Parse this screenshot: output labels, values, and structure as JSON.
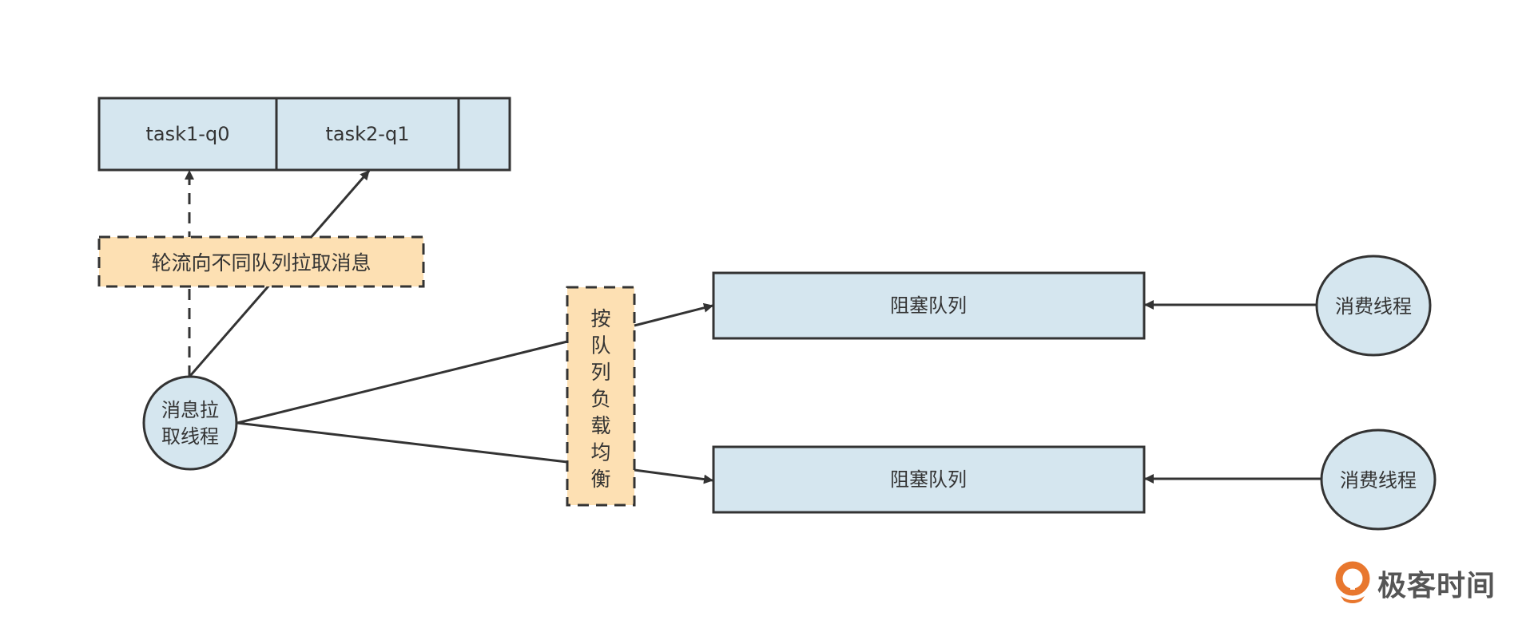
{
  "colors": {
    "queue_fill": "#d5e6ef",
    "note_fill": "#fde0b3",
    "stroke": "#333333",
    "logo_accent": "#e8772e"
  },
  "task_queue": {
    "cells": [
      "task1-q0",
      "task2-q1",
      ""
    ]
  },
  "round_robin_note": "轮流向不同队列拉取消息",
  "puller_thread": {
    "lines": [
      "消息拉",
      "取线程"
    ]
  },
  "load_balance_note": {
    "chars": [
      "按",
      "队",
      "列",
      "负",
      "载",
      "均",
      "衡"
    ]
  },
  "blocking_queues": [
    {
      "label": "阻塞队列"
    },
    {
      "label": "阻塞队列"
    }
  ],
  "consumer_threads": [
    {
      "label": "消费线程"
    },
    {
      "label": "消费线程"
    }
  ],
  "logo": {
    "text": "极客时间",
    "icon": "geektime-logo-icon"
  }
}
